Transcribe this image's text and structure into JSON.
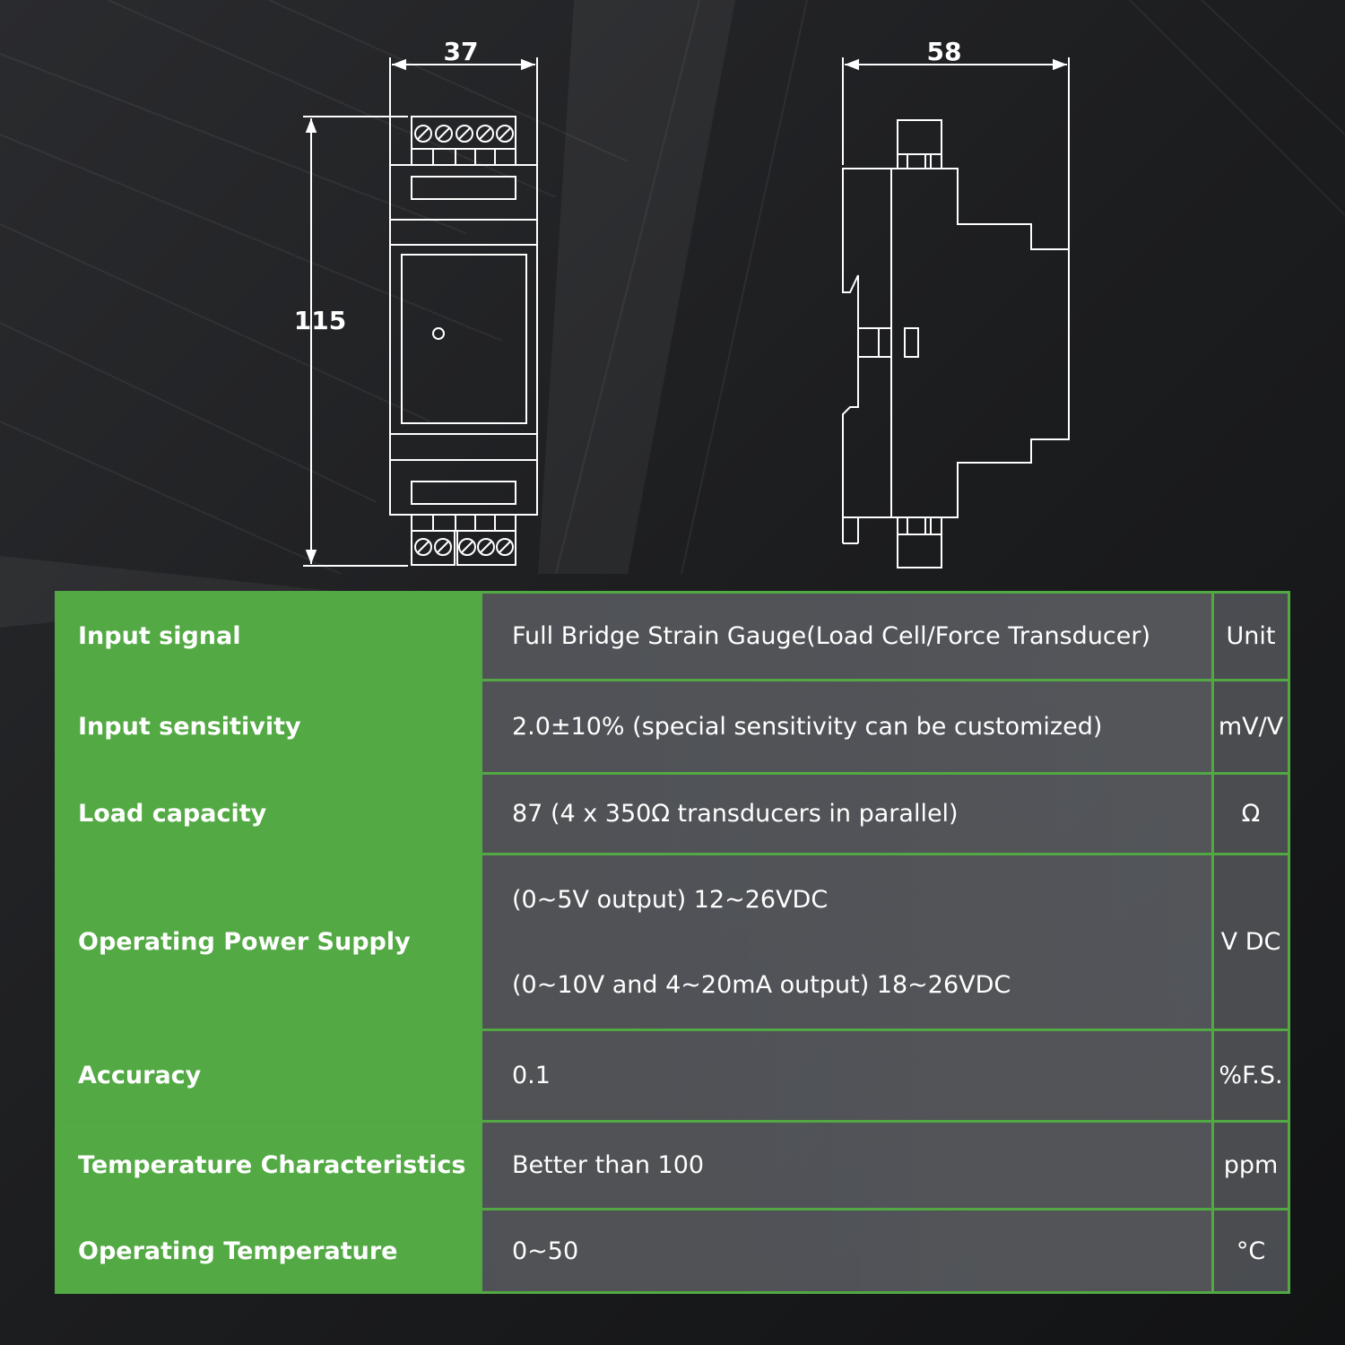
{
  "drawing": {
    "front_view": {
      "width_label": "37",
      "height_label": "115"
    },
    "side_view": {
      "depth_label": "58"
    }
  },
  "specs": {
    "rows": [
      {
        "param": "Input signal",
        "values": [
          "Full Bridge Strain Gauge(Load Cell/Force Transducer)"
        ],
        "unit": "Unit"
      },
      {
        "param": "Input sensitivity",
        "values": [
          "2.0±10% (special sensitivity can be customized)"
        ],
        "unit": "mV/V"
      },
      {
        "param": "Load capacity",
        "values": [
          "87 (4 x 350Ω transducers in parallel)"
        ],
        "unit": "Ω"
      },
      {
        "param": "Operating Power Supply",
        "values": [
          "(0~5V output) 12~26VDC",
          "(0~10V and 4~20mA output) 18~26VDC"
        ],
        "unit": "V DC"
      },
      {
        "param": "Accuracy",
        "values": [
          "0.1"
        ],
        "unit": "%F.S."
      },
      {
        "param": "Temperature Characteristics",
        "values": [
          "Better than 100"
        ],
        "unit": "ppm"
      },
      {
        "param": "Operating Temperature",
        "values": [
          "0~50"
        ],
        "unit": "°C"
      }
    ]
  },
  "colors": {
    "accent_green": "#53a944",
    "background": "#1b1c1e",
    "line": "#ffffff"
  }
}
